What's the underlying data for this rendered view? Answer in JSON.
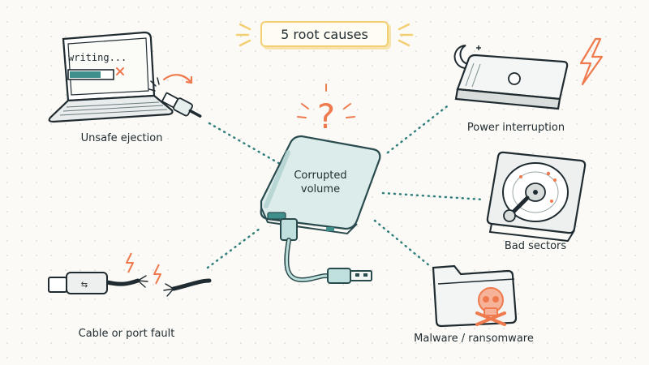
{
  "title": "5 root causes",
  "center": {
    "label_line1": "Corrupted",
    "label_line2": "volume"
  },
  "laptop_screen_text": "writing...",
  "causes": [
    {
      "id": "unsafe-ejection",
      "label": "Unsafe ejection"
    },
    {
      "id": "power-interruption",
      "label": "Power interruption"
    },
    {
      "id": "bad-sectors",
      "label": "Bad sectors"
    },
    {
      "id": "cable-or-port-fault",
      "label": "Cable or port fault"
    },
    {
      "id": "malware-ransomware",
      "label": "Malware / ransomware"
    }
  ],
  "icons": [
    "laptop-icon",
    "usb-plug-icon",
    "external-drive-icon",
    "question-mark-icon",
    "moon-icon",
    "lightning-icon",
    "hard-disk-icon",
    "broken-cable-icon",
    "folder-icon",
    "skull-icon"
  ],
  "colors": {
    "ink": "#1f2b30",
    "teal": "#3f8f8c",
    "orange": "#ee7a4d",
    "yellow": "#f2cf73",
    "connector": "#2f7f7c"
  }
}
